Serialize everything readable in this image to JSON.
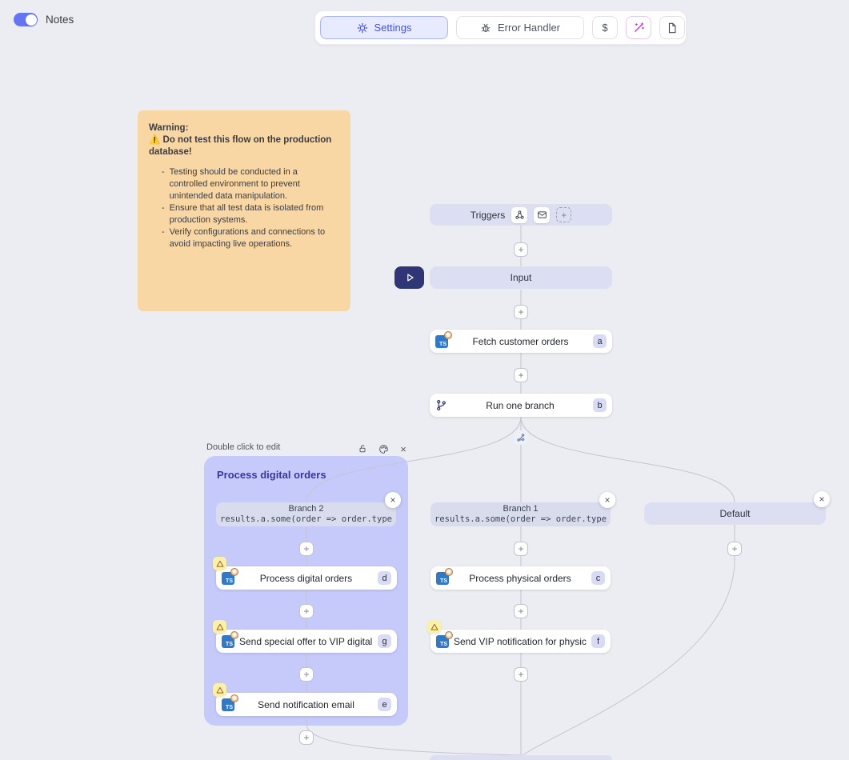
{
  "notes_toggle": {
    "label": "Notes"
  },
  "toolbar": {
    "settings_label": "Settings",
    "error_handler_label": "Error Handler",
    "dollar_label": "$"
  },
  "warning_note": {
    "title": "Warning:",
    "subtitle": "⚠️ Do not test this flow on the production database!",
    "bullet_marker": "-",
    "bullets": [
      "Testing should be conducted in a controlled environment to prevent unintended data manipulation.",
      "Ensure that all test data is isolated from production systems.",
      "Verify configurations and connections to avoid impacting live operations."
    ]
  },
  "group": {
    "hint": "Double click to edit",
    "title": "Process digital orders"
  },
  "flow": {
    "triggers": {
      "label": "Triggers"
    },
    "input": {
      "label": "Input"
    },
    "branches": {
      "branch2": {
        "name": "Branch 2",
        "code": "results.a.some(order => order.type"
      },
      "branch1": {
        "name": "Branch 1",
        "code": "results.a.some(order => order.type"
      },
      "default": {
        "name": "Default"
      }
    },
    "nodes": {
      "fetch": {
        "title": "Fetch customer orders",
        "badge": "a"
      },
      "run_branch": {
        "title": "Run one branch",
        "badge": "b"
      },
      "process_digital": {
        "title": "Process digital orders",
        "badge": "d"
      },
      "send_special": {
        "title": "Send special offer to VIP digital c...",
        "badge": "g"
      },
      "send_email": {
        "title": "Send notification email",
        "badge": "e"
      },
      "process_physical": {
        "title": "Process physical orders",
        "badge": "c"
      },
      "send_vip": {
        "title": "Send VIP notification for physical...",
        "badge": "f"
      }
    }
  },
  "icons": {
    "plus": "+",
    "close": "×",
    "ts": "TS"
  },
  "colors": {
    "accent_indigo": "#4552dc",
    "toggle_blue": "#6574f1",
    "group_purple": "#c5cafa",
    "note_orange": "#f8d7a5",
    "warning_yellow": "#f9f0ac",
    "wand_magenta": "#bc2fd8",
    "ts_blue": "#3178c6",
    "play_navy": "#2f3575"
  }
}
